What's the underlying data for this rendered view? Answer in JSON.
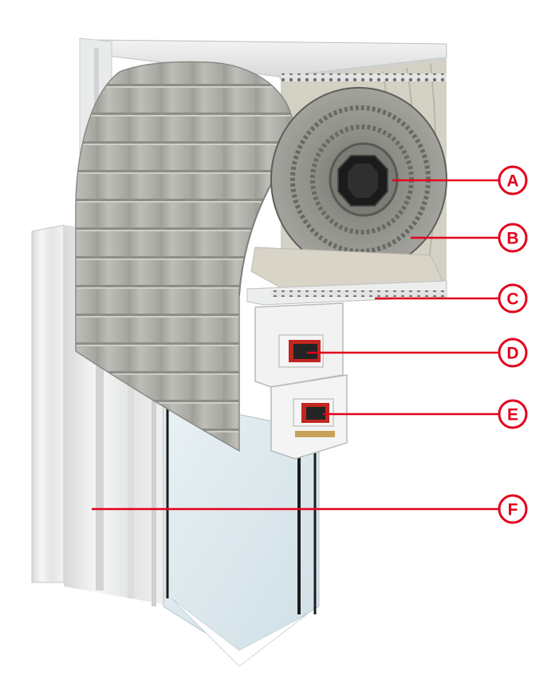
{
  "diagram": {
    "subject": "roller-shutter-box-cross-section",
    "callouts": [
      {
        "letter": "A",
        "points_to": "shutter-axle"
      },
      {
        "letter": "B",
        "points_to": "box-insulation"
      },
      {
        "letter": "C",
        "points_to": "box-bottom-profile"
      },
      {
        "letter": "D",
        "points_to": "frame-reinforcement-upper"
      },
      {
        "letter": "E",
        "points_to": "frame-reinforcement-lower"
      },
      {
        "letter": "F",
        "points_to": "window-frame"
      }
    ]
  },
  "colors": {
    "callout_red": "#e3001b",
    "slat_grey": "#b4b4ae",
    "box_white": "#ecedec",
    "pvc_white": "#f4f5f4",
    "steel_core": "#2a2a2a",
    "glass": "#dfe9ee",
    "insulation": "#d6d2c6"
  }
}
